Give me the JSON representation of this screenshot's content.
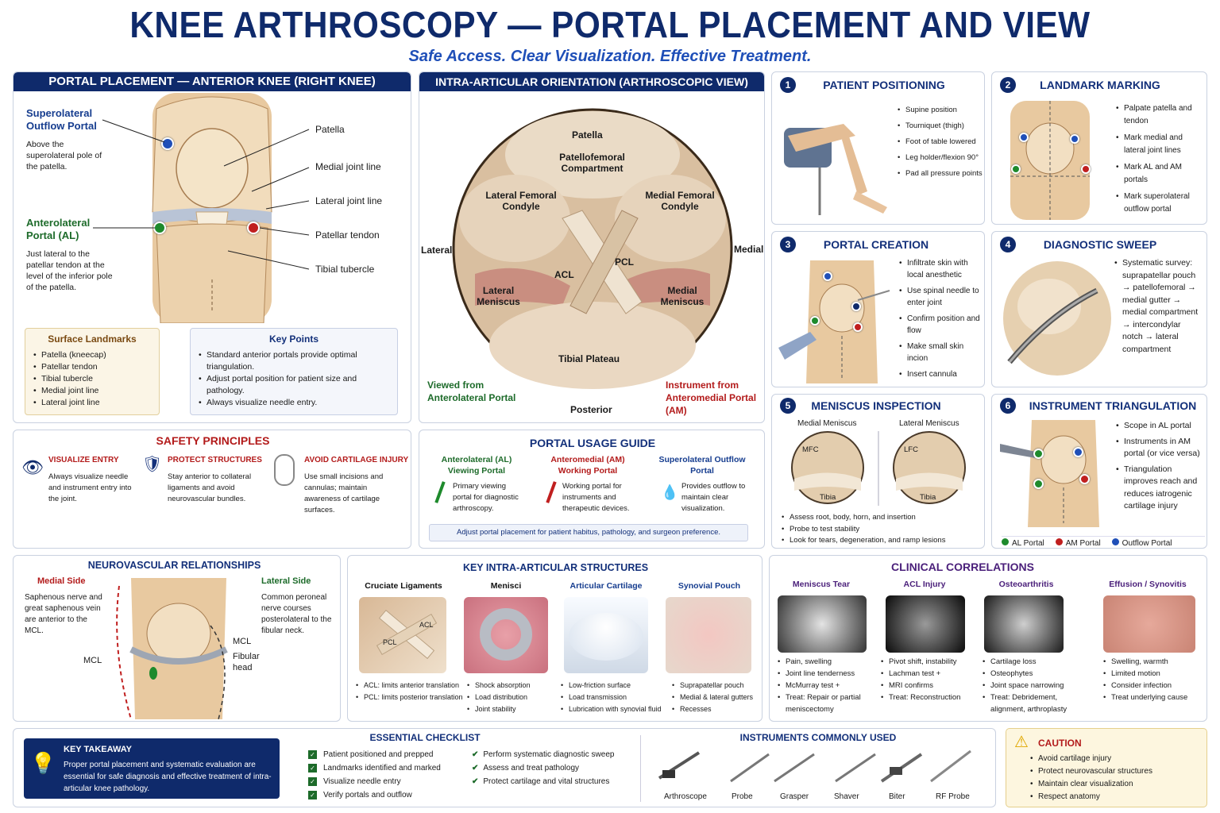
{
  "header": {
    "title": "KNEE ARTHROSCOPY — PORTAL PLACEMENT AND VIEW",
    "subtitle": "Safe Access. Clear Visualization. Effective Treatment."
  },
  "portal": {
    "title": "PORTAL PLACEMENT — ANTERIOR KNEE (RIGHT KNEE)",
    "slo_title": "Superolateral Outflow Portal",
    "slo_desc": "Above the superolateral pole of the patella.",
    "al_title": "Anterolateral Portal (AL)",
    "al_desc": "Just lateral to the patellar tendon at the level of the inferior pole of the patella.",
    "labels": [
      "Patella",
      "Medial joint line",
      "Lateral joint line",
      "Patellar tendon",
      "Tibial tubercle"
    ],
    "landmarks_title": "Surface Landmarks",
    "landmarks": [
      "Patella (kneecap)",
      "Patellar tendon",
      "Tibial tubercle",
      "Medial joint line",
      "Lateral joint line"
    ],
    "key_title": "Key Points",
    "key": [
      "Standard anterior portals provide optimal triangulation.",
      "Adjust portal position for patient size and pathology.",
      "Always visualize needle entry."
    ]
  },
  "view": {
    "title": "INTRA-ARTICULAR ORIENTATION (ARTHROSCOPIC VIEW)",
    "patella": "Patella",
    "pf": "Patellofemoral Compartment",
    "lfc": "Lateral Femoral Condyle",
    "mfc": "Medial Femoral Condyle",
    "lateral": "Lateral",
    "medial": "Medial",
    "acl": "ACL",
    "pcl": "PCL",
    "lm": "Lateral Meniscus",
    "mm": "Medial Meniscus",
    "tp": "Tibial Plateau",
    "posterior": "Posterior",
    "viewed": "Viewed from Anterolateral Portal",
    "instrument": "Instrument from Anteromedial Portal (AM)"
  },
  "steps": [
    {
      "n": "1",
      "title": "PATIENT POSITIONING",
      "items": [
        "Supine position",
        "Tourniquet (thigh)",
        "Foot of table lowered",
        "Leg holder/flexion 90°",
        "Pad all pressure points"
      ]
    },
    {
      "n": "2",
      "title": "LANDMARK MARKING",
      "items": [
        "Palpate patella and tendon",
        "Mark medial and lateral joint lines",
        "Mark AL and AM portals",
        "Mark superolateral outflow portal"
      ]
    },
    {
      "n": "3",
      "title": "PORTAL CREATION",
      "items": [
        "Infiltrate skin with local anesthetic",
        "Use spinal needle to enter joint",
        "Confirm position and flow",
        "Make small skin incion",
        "Insert cannula"
      ]
    },
    {
      "n": "4",
      "title": "DIAGNOSTIC SWEEP",
      "items": [
        "Systematic survey: suprapatellar pouch → patellofemoral → medial gutter → medial compartment → intercondylar notch → lateral compartment"
      ]
    },
    {
      "n": "5",
      "title": "MENISCUS INSPECTION",
      "medial": "Medial Meniscus",
      "lateral": "Lateral Meniscus",
      "mfc": "MFC",
      "lfc": "LFC",
      "tibia": "Tibia",
      "items": [
        "Assess root, body, horn, and insertion",
        "Probe to test stability",
        "Look for tears, degeneration, and ramp lesions"
      ]
    },
    {
      "n": "6",
      "title": "INSTRUMENT TRIANGULATION",
      "items": [
        "Scope in AL portal",
        "Instruments in AM portal (or vice versa)",
        "Triangulation improves reach and reduces iatrogenic cartilage injury"
      ],
      "legend": [
        "AL Portal",
        "AM Portal",
        "Outflow Portal"
      ]
    }
  ],
  "safety": {
    "title": "SAFETY PRINCIPLES",
    "items": [
      {
        "t": "VISUALIZE ENTRY",
        "d": "Always visualize needle and instrument entry into the joint."
      },
      {
        "t": "PROTECT STRUCTURES",
        "d": "Stay anterior to collateral ligaments and avoid neurovascular bundles."
      },
      {
        "t": "AVOID CARTILAGE INJURY",
        "d": "Use small incisions and cannulas; maintain awareness of cartilage surfaces."
      }
    ]
  },
  "usage": {
    "title": "PORTAL USAGE GUIDE",
    "items": [
      {
        "t": "Anterolateral (AL) Viewing Portal",
        "d": "Primary viewing portal for diagnostic arthroscopy."
      },
      {
        "t": "Anteromedial (AM) Working Portal",
        "d": "Working portal for instruments and therapeutic devices."
      },
      {
        "t": "Superolateral Outflow Portal",
        "d": "Provides outflow to maintain clear visualization."
      }
    ],
    "note": "Adjust portal placement for patient habitus, pathology, and surgeon preference."
  },
  "neuro": {
    "title": "NEUROVASCULAR RELATIONSHIPS",
    "medial": "Medial Side",
    "medial_d": "Saphenous nerve and great saphenous vein are anterior to the MCL.",
    "lateral": "Lateral Side",
    "lateral_d": "Common peroneal nerve courses posterolateral to the fibular neck.",
    "mcl": "MCL",
    "mcl2": "MCL",
    "fib": "Fibular head"
  },
  "structures": {
    "title": "KEY INTRA-ARTICULAR STRUCTURES",
    "cols": [
      {
        "t": "Cruciate Ligaments",
        "items": [
          "ACL: limits anterior translation",
          "PCL: limits posterior translation"
        ]
      },
      {
        "t": "Menisci",
        "items": [
          "Shock absorption",
          "Load distribution",
          "Joint stability"
        ]
      },
      {
        "t": "Articular Cartilage",
        "items": [
          "Low-friction surface",
          "Load transmission",
          "Lubrication with synovial fluid"
        ]
      },
      {
        "t": "Synovial Pouch",
        "items": [
          "Suprapatellar pouch",
          "Medial & lateral gutters",
          "Recesses"
        ]
      }
    ],
    "acl": "ACL",
    "pcl": "PCL"
  },
  "clinical": {
    "title": "CLINICAL CORRELATIONS",
    "cols": [
      {
        "t": "Meniscus Tear",
        "items": [
          "Pain, swelling",
          "Joint line tenderness",
          "McMurray test +",
          "Treat: Repair or partial meniscectomy"
        ]
      },
      {
        "t": "ACL Injury",
        "items": [
          "Pivot shift, instability",
          "Lachman test +",
          "MRI confirms",
          "Treat: Reconstruction"
        ]
      },
      {
        "t": "Osteoarthritis",
        "items": [
          "Cartilage loss",
          "Osteophytes",
          "Joint space narrowing",
          "Treat: Debridement, alignment, arthroplasty"
        ]
      },
      {
        "t": "Effusion / Synovitis",
        "items": [
          "Swelling, warmth",
          "Limited motion",
          "Consider infection",
          "Treat underlying cause"
        ]
      }
    ]
  },
  "takeaway": {
    "title": "KEY TAKEAWAY",
    "text": "Proper portal placement and systematic evaluation are essential for safe diagnosis and effective treatment of intra-articular knee pathology."
  },
  "checklist": {
    "title": "ESSENTIAL CHECKLIST",
    "left": [
      "Patient positioned and prepped",
      "Landmarks identified and marked",
      "Visualize needle entry",
      "Verify portals and outflow"
    ],
    "right": [
      "Perform systematic diagnostic sweep",
      "Assess and treat pathology",
      "Protect cartilage and vital structures"
    ]
  },
  "instruments": {
    "title": "INSTRUMENTS COMMONLY USED",
    "items": [
      "Arthroscope",
      "Probe",
      "Grasper",
      "Shaver",
      "Biter",
      "RF Probe"
    ]
  },
  "caution": {
    "title": "CAUTION",
    "items": [
      "Avoid cartilage injury",
      "Protect neurovascular structures",
      "Maintain clear visualization",
      "Respect anatomy"
    ]
  },
  "colors": {
    "navy": "#0f2a6b",
    "al": "#1e8a2c",
    "am": "#c01f1f",
    "outflow": "#1f4fb8"
  }
}
